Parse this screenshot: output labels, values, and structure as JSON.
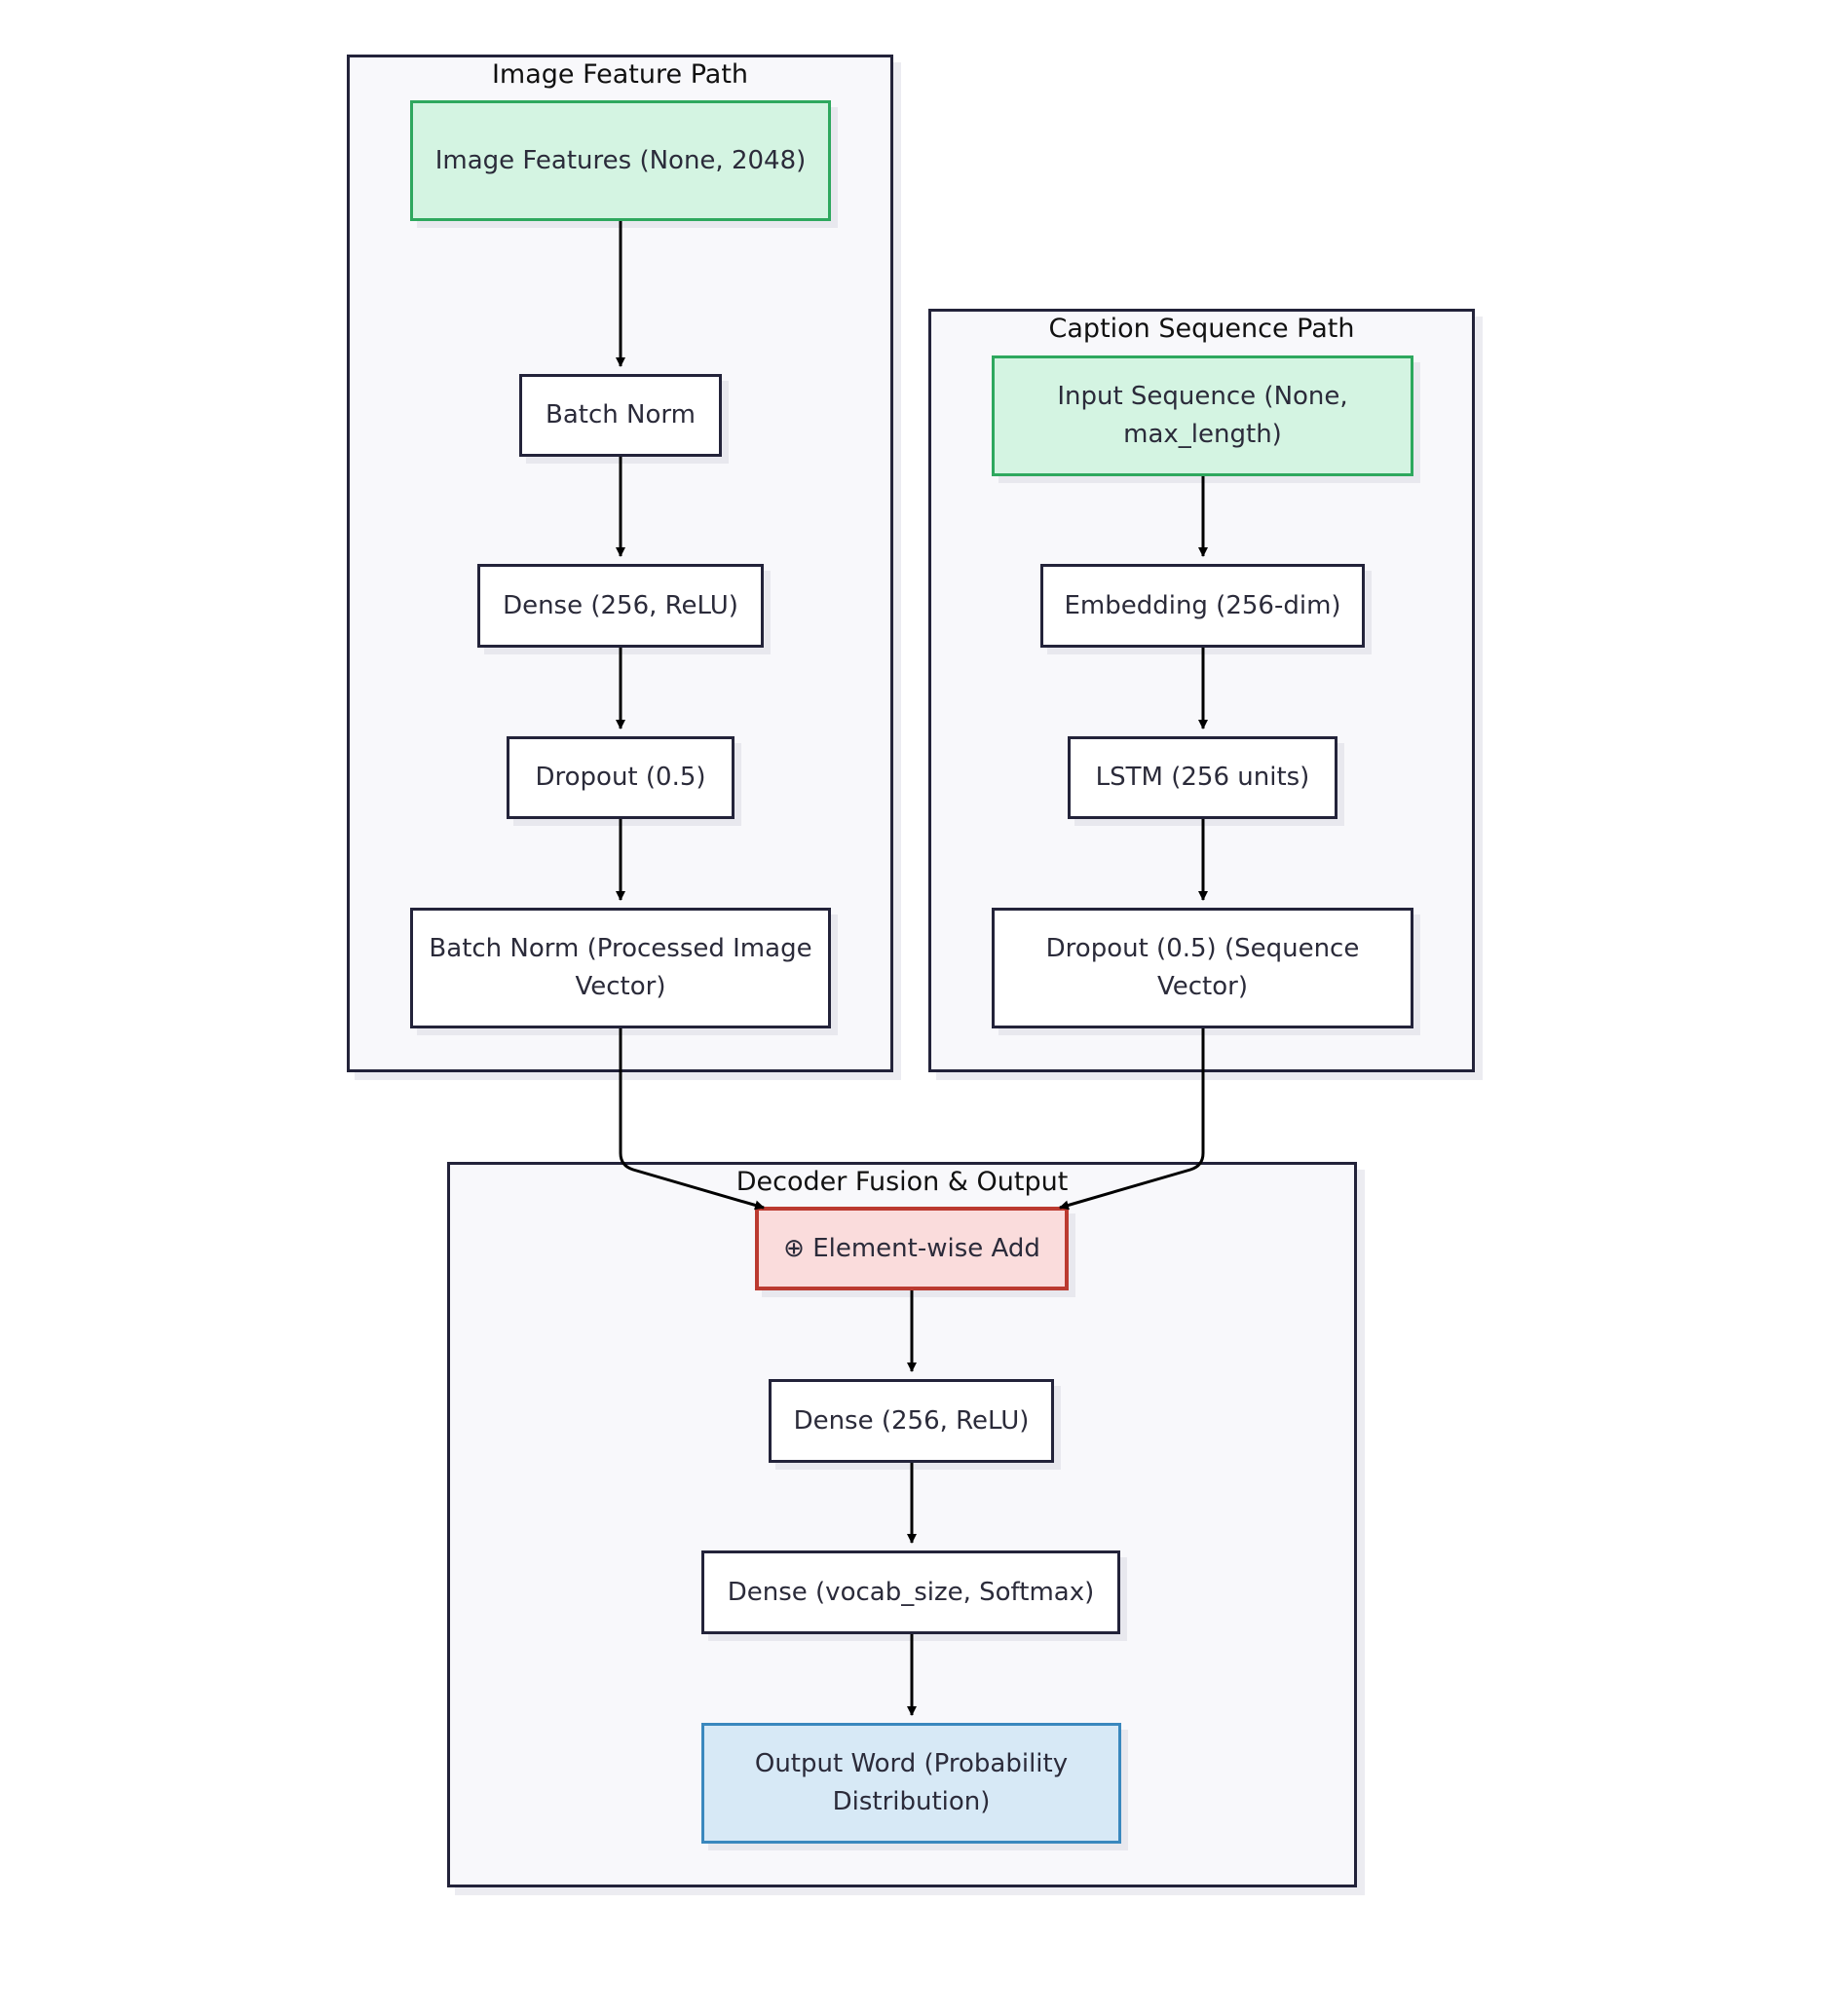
{
  "clusters": {
    "image": {
      "title": "Image Feature Path"
    },
    "caption": {
      "title": "Caption Sequence Path"
    },
    "decoder": {
      "title": "Decoder Fusion & Output"
    }
  },
  "nodes": {
    "image_features": "Image Features (None, 2048)",
    "image_batch_norm": "Batch Norm",
    "image_dense": "Dense (256, ReLU)",
    "image_dropout": "Dropout (0.5)",
    "image_batch_norm_processed": "Batch Norm (Processed Image Vector)",
    "input_sequence": "Input Sequence (None, max_length)",
    "embedding": "Embedding (256-dim)",
    "lstm": "LSTM (256 units)",
    "sequence_dropout": "Dropout (0.5) (Sequence Vector)",
    "element_wise_add": "⊕ Element-wise Add",
    "decoder_dense": "Dense (256, ReLU)",
    "decoder_dense_softmax": "Dense (vocab_size, Softmax)",
    "output_word": "Output Word (Probability Distribution)"
  },
  "colors": {
    "input_fill": "#d4f4e2",
    "input_stroke": "#2ea85e",
    "merge_fill": "#fadcdc",
    "merge_stroke": "#bb3a30",
    "output_fill": "#d7e9f6",
    "output_stroke": "#3a88be",
    "cluster_fill": "#f8f8fb",
    "stroke": "#23233a"
  }
}
